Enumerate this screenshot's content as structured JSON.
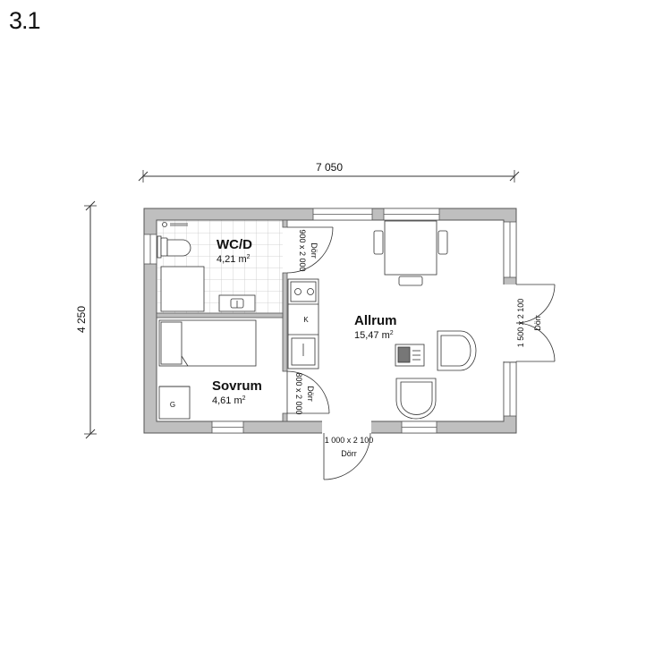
{
  "page": {
    "number": "3.1"
  },
  "dimensions": {
    "width": "7 050",
    "height": "4 250"
  },
  "rooms": {
    "wc": {
      "name": "WC/D",
      "area": "4,21 m",
      "unit_sup": "2"
    },
    "sovrum": {
      "name": "Sovrum",
      "area": "4,61 m",
      "unit_sup": "2"
    },
    "allrum": {
      "name": "Allrum",
      "area": "15,47 m",
      "unit_sup": "2"
    }
  },
  "doors": {
    "wc_door": {
      "size": "900 x 2 000",
      "label": "Dörr"
    },
    "sovrum_door": {
      "size": "800 x 2 000",
      "label": "Dörr"
    },
    "entry_door": {
      "size": "1 000 x 2 100",
      "label": "Dörr"
    },
    "side_door": {
      "size": "1 500 x 2 100",
      "label": "Dörr"
    }
  },
  "fixtures": {
    "kitchen_mark": "K",
    "wardrobe_mark": "G"
  }
}
